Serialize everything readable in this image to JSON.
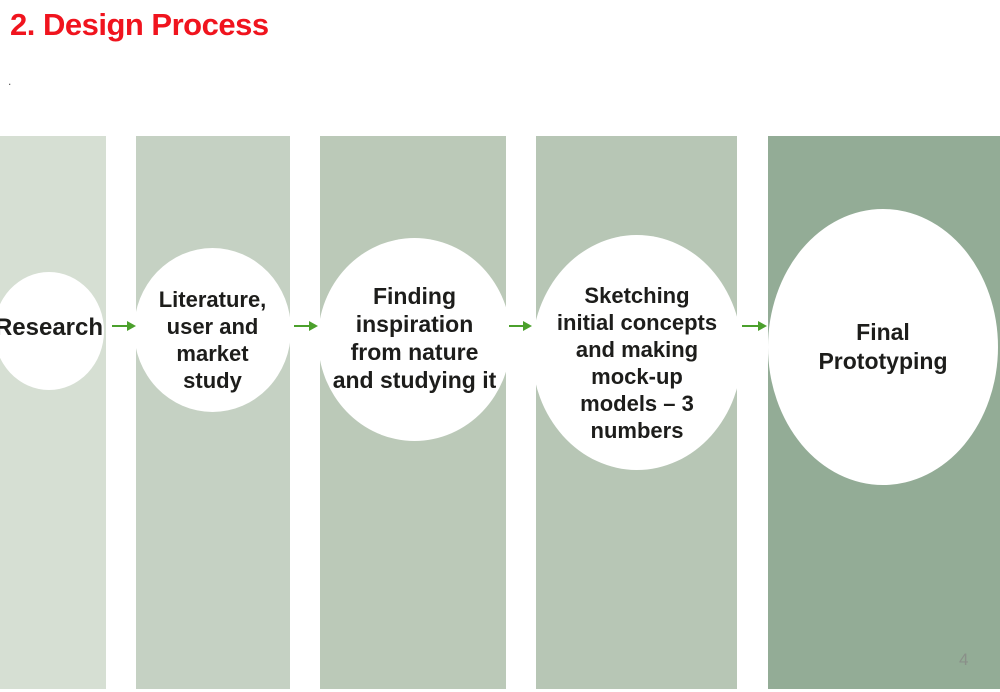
{
  "slide": {
    "title": "2. Design Process",
    "stray_mark": ".",
    "page_number": "4"
  },
  "colors": {
    "title_red": "#f0141e",
    "arrow_green": "#4ba02c",
    "label_black": "#1d1d1b",
    "page_number_gray": "#8a9089",
    "background_white": "#ffffff"
  },
  "icons": {
    "arrow_right": "→"
  },
  "process": {
    "stages": [
      {
        "label": "Research",
        "column_color": "#d6dfd3"
      },
      {
        "label": "Literature,\nuser and\nmarket\nstudy",
        "column_color": "#c5d1c3"
      },
      {
        "label": "Finding\ninspiration\nfrom nature\nand studying it",
        "column_color": "#bbc9b8"
      },
      {
        "label": "Sketching\ninitial concepts\nand making\nmock-up\nmodels – 3\nnumbers",
        "column_color": "#b7c6b5"
      },
      {
        "label": "Final\nPrototyping",
        "column_color": "#93ac96"
      }
    ]
  }
}
